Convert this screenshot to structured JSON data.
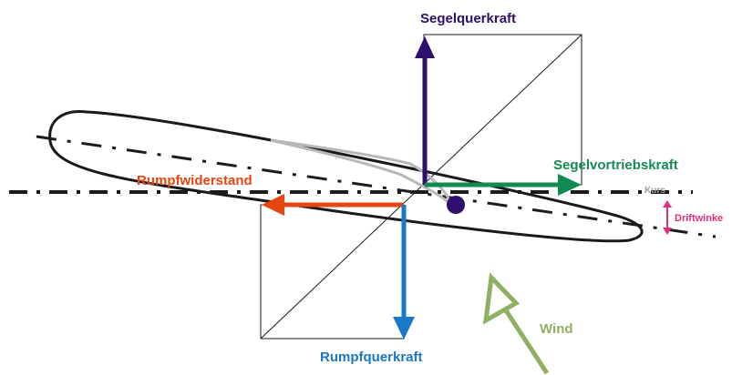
{
  "labels": {
    "segelquerkraft": "Segelquerkraft",
    "segelvortriebskraft": "Segelvortriebskraft",
    "rumpfwiderstand": "Rumpfwiderstand",
    "rumpfquerkraft": "Rumpfquerkraft",
    "kurs": "Kurs",
    "driftwinkel": "Driftwinke",
    "wind": "Wind"
  },
  "colors": {
    "segelquerkraft": "#2e0f6b",
    "segelvortriebskraft": "#128a50",
    "rumpfwiderstand": "#e6450f",
    "rumpfquerkraft": "#1a78c8",
    "kurs": "#9a9a9a",
    "driftwinkel": "#e0307a",
    "wind": "#8fb062",
    "outline": "#1a1a1a",
    "sail": "#b8b8b8"
  }
}
